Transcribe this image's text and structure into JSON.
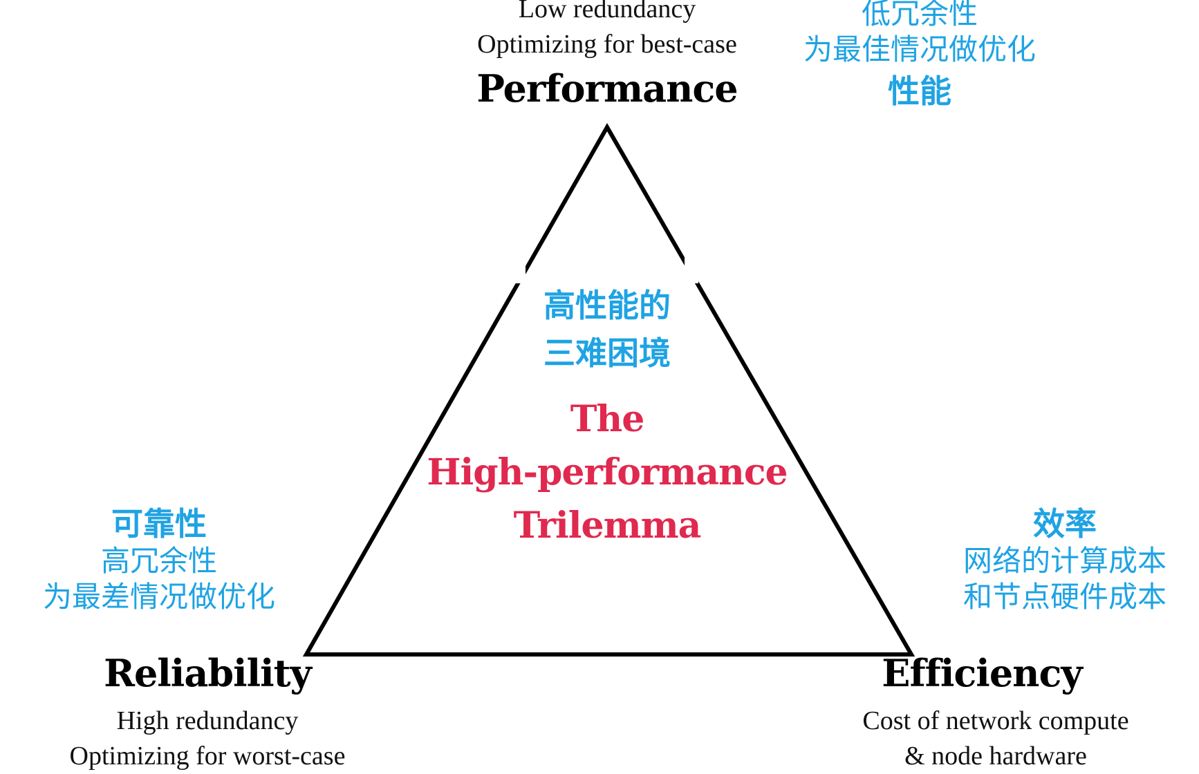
{
  "performance": {
    "subtitle_lines": [
      "Low redundancy",
      "Optimizing for best-case"
    ],
    "title": "Performance",
    "zh_lines": [
      "低冗余性",
      "为最佳情况做优化"
    ],
    "zh_title": "性能"
  },
  "reliability": {
    "zh_title": "可靠性",
    "zh_lines": [
      "高冗余性",
      "为最差情况做优化"
    ],
    "title": "Reliability",
    "subtitle_lines": [
      "High redundancy",
      "Optimizing for worst-case"
    ]
  },
  "efficiency": {
    "zh_title": "效率",
    "zh_lines": [
      "网络的计算成本",
      "和节点硬件成本"
    ],
    "title": "Efficiency",
    "subtitle_lines": [
      "Cost of network compute",
      "& node hardware"
    ]
  },
  "center": {
    "zh_lines": [
      "高性能的",
      "三难困境"
    ],
    "en_lines": [
      "The",
      "High-performance",
      "Trilemma"
    ]
  },
  "colors": {
    "zh_text": "#1fa3e3",
    "center_title": "#e0294f",
    "triangle_stroke": "#000000"
  }
}
